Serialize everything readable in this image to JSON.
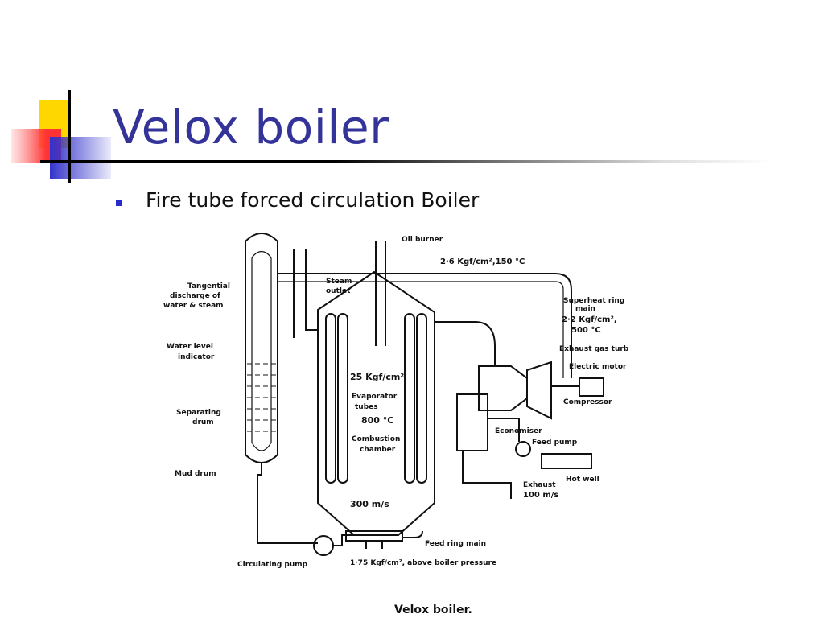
{
  "slide": {
    "title": "Velox boiler",
    "bullet": "Fire tube forced circulation Boiler"
  },
  "diagram": {
    "labels": {
      "oil_burner": "Oil burner",
      "pressure_top": "2·6 Kgf/cm²,150 °C",
      "tangential_1": "Tangential",
      "tangential_2": "discharge of",
      "tangential_3": "water & steam",
      "steam_outlet_1": "Steam",
      "steam_outlet_2": "outlet",
      "superheat_1": "Superheat ring",
      "superheat_2": "main",
      "superheat_pressure": "2·2 Kgf/cm²,",
      "superheat_temp": "500 °C",
      "exhaust_turbine": "Exhaust gas turb",
      "electric_motor": "Electric motor",
      "compressor": "Compressor",
      "water_level_1": "Water level",
      "water_level_2": "indicator",
      "chamber_pressure": "25 Kgf/cm²",
      "evaporator_1": "Evaporator",
      "evaporator_2": "tubes",
      "temp_800": "800 °C",
      "combustion_1": "Combustion",
      "combustion_2": "chamber",
      "separating_1": "Separating",
      "separating_2": "drum",
      "economiser": "Economiser",
      "feed_pump": "Feed pump",
      "hot_well": "Hot well",
      "mud_drum": "Mud drum",
      "exhaust_1": "Exhaust",
      "exhaust_2": "100 m/s",
      "velocity": "300 m/s",
      "feed_ring": "Feed ring main",
      "circulating_pump": "Circulating pump",
      "pump_pressure": "1·75 Kgf/cm², above boiler pressure",
      "caption": "Velox boiler."
    }
  },
  "colors": {
    "title": "#333399",
    "bullet": "#2a2acc",
    "logo_yellow": "#ffd700",
    "logo_red": "#ff5a5a",
    "logo_blue": "#3333cc"
  }
}
